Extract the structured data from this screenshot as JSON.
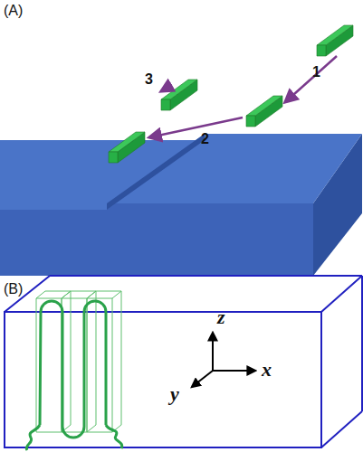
{
  "diagram": {
    "labels": [
      "(A)",
      "1",
      "2",
      "3",
      "(B)",
      "z",
      "y",
      "x"
    ]
  }
}
